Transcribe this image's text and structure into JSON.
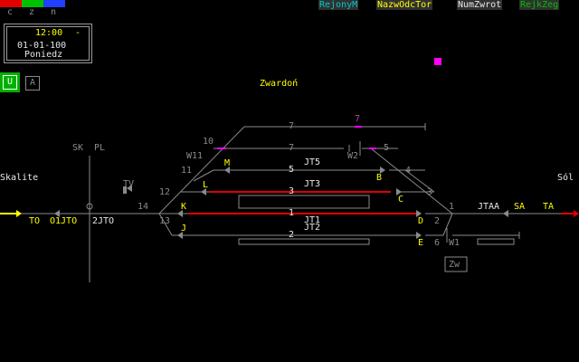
{
  "legend": {
    "items": [
      {
        "label": "c",
        "color": "#e00000"
      },
      {
        "label": "z",
        "color": "#00c000"
      },
      {
        "label": "n",
        "color": "#2040ff"
      }
    ]
  },
  "toolbar": {
    "btn1": "RejonyM",
    "btn2": "NazwOdcTor",
    "btn3": "NumZwrot",
    "btn4": "RejkZeg"
  },
  "clock": {
    "time": "12:00",
    "date": "01-01-100",
    "day": "Poniedz"
  },
  "mode": {
    "u": "U",
    "a": "A"
  },
  "station": {
    "name": "Zwardoń",
    "left_neighbor": "Skalite",
    "right_neighbor": "Sól"
  },
  "labels": {
    "skpl_left": "SK",
    "skpl_right": "PL",
    "tv": "TV",
    "zw": "Zw",
    "w11": "W11",
    "w2": "W2",
    "w1": "W1"
  },
  "tracks": {
    "t7a": "7",
    "t7b": "7",
    "t5": "5",
    "t3": "3",
    "t1": "1",
    "t2": "2",
    "jt5": "JT5",
    "jt3": "JT3",
    "jt1": "JT1",
    "jt2": "JT2"
  },
  "switches": {
    "s10": "10",
    "s11": "11",
    "s12": "12",
    "s13": "13",
    "s14": "14",
    "s5": "5",
    "s4": "4",
    "s3": "3",
    "s1": "1",
    "s2": "2",
    "s6": "6"
  },
  "signals": {
    "M": "M",
    "L": "L",
    "K": "K",
    "J": "J",
    "B": "B",
    "C": "C",
    "D": "D",
    "E": "E",
    "TO": "TO",
    "O1JTO": "O1JTO",
    "JTO2": "2JTO",
    "JTAA": "JTAA",
    "SA": "SA",
    "TA": "TA"
  },
  "colors": {
    "track": "#8a8a8a",
    "occupied": "#e00000",
    "route": "#ffff00",
    "marker": "#ff00ff"
  }
}
